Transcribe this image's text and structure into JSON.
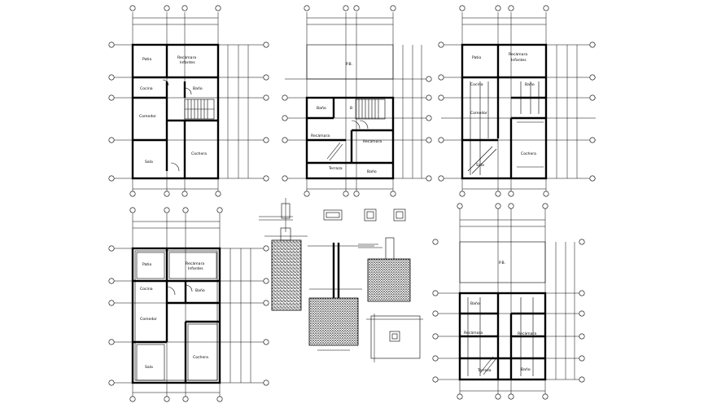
{
  "title": "",
  "plans": {
    "p1": {
      "rooms": {
        "patio": "Patio",
        "recamara": "Recámara",
        "recamara2": "Infantes",
        "cocina": "Cocina",
        "bano": "Baño",
        "comedor": "Comedor",
        "sala": "Sala",
        "cochera": "Cochera"
      }
    },
    "p2": {
      "rooms": {
        "pb": "P.B.",
        "bano": "Baño",
        "recamara1": "Recámara",
        "recamara2": "Recámara",
        "terraza": "Terraza",
        "sala": "Baño"
      }
    },
    "p3": {
      "rooms": {
        "patio": "Patio",
        "recamara": "Recámara",
        "recamara2": "Infantes",
        "cocina": "Cocina",
        "bano": "Baño",
        "comedor": "Comedor",
        "cochera": "Cochera",
        "sala": "Sala"
      }
    },
    "p4": {
      "rooms": {
        "patio": "Patio",
        "recamara": "Recámara",
        "recamara2": "Infantes",
        "cocina": "Cocina",
        "bano": "Baño",
        "comedor": "Comedor",
        "sala": "Sala",
        "cochera": "Cochera"
      }
    },
    "p5": {
      "rooms": {
        "pb": "P.B.",
        "bano": "Baño",
        "recamara1": "Recámara",
        "recamara2": "Recámara",
        "terraza": "Terraza",
        "sala": "Baño"
      }
    }
  },
  "colors": {
    "line": "#000000",
    "paper": "#ffffff"
  }
}
